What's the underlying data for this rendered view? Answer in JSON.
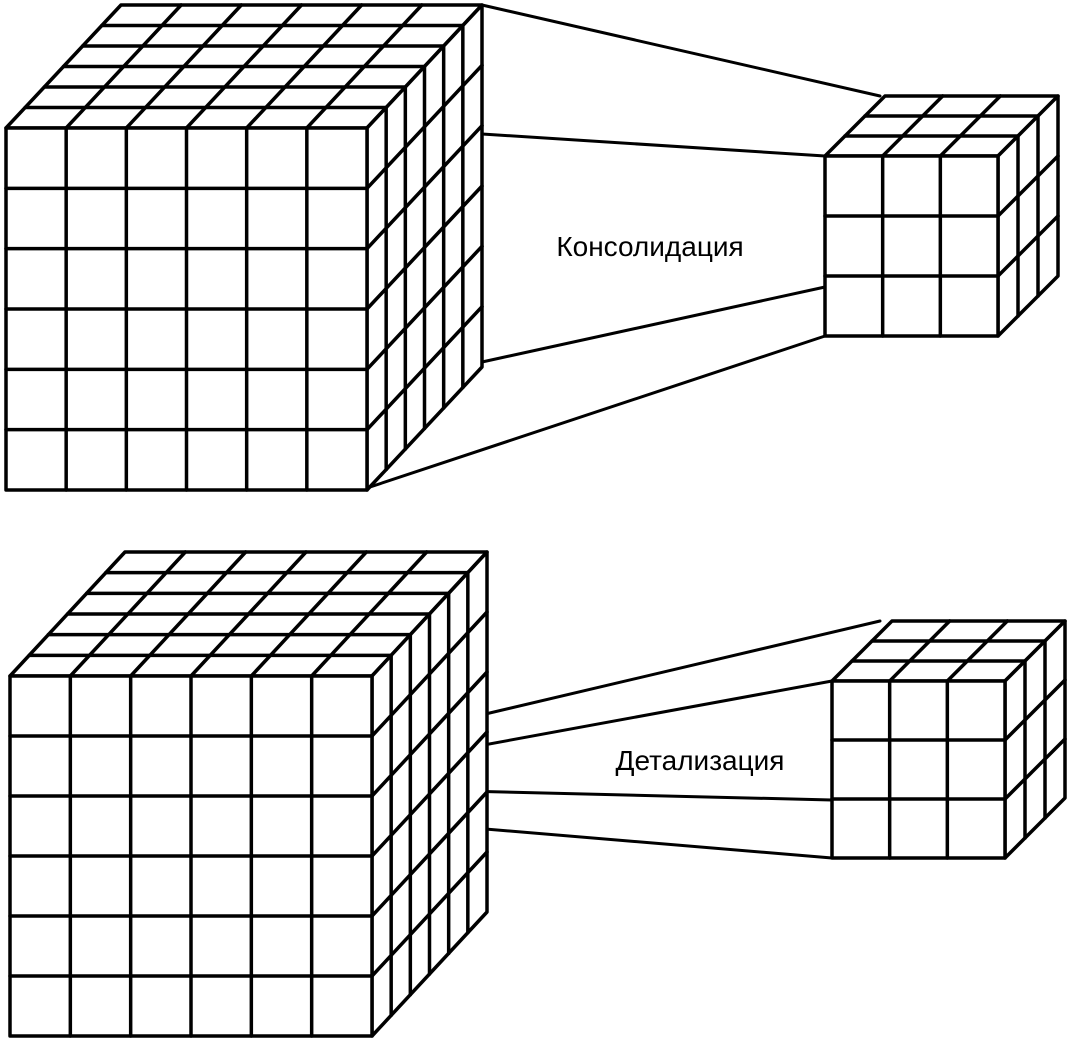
{
  "diagram": {
    "consolidation": {
      "label": "Консолидация",
      "source_cube_cells": 6,
      "target_cube_cells": 3
    },
    "detailing": {
      "label": "Детализация",
      "source_cube_cells": 6,
      "target_cube_cells": 3
    }
  }
}
